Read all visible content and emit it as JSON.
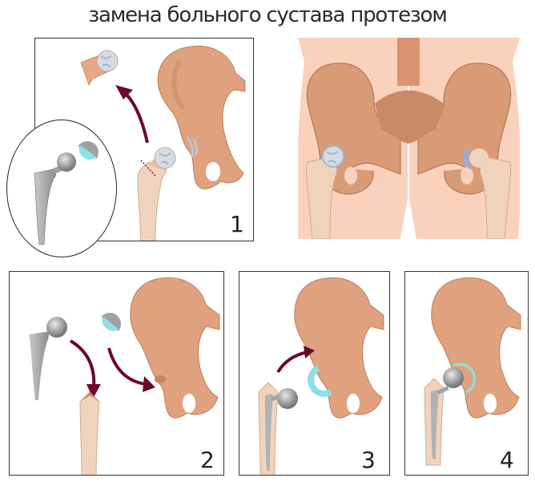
{
  "title": "замена больного сустава протезом",
  "steps": [
    {
      "number": "1",
      "description": "removal of damaged femoral head"
    },
    {
      "number": "2",
      "description": "implant stem and acetabular cup inserted"
    },
    {
      "number": "3",
      "description": "prosthetic ball joined to cup"
    },
    {
      "number": "4",
      "description": "completed hip prosthesis"
    }
  ],
  "inset": {
    "label": "hip-prosthesis-components"
  },
  "anatomy": {
    "label": "pelvis-front-view",
    "left": "diseased-joint",
    "right": "healthy-joint"
  },
  "colors": {
    "bone": "#e0a27e",
    "bone_dark": "#c9845f",
    "femur": "#f0d3bd",
    "skin": "#fad1bd",
    "metal": "#9ea0a2",
    "cup_liner": "#8fe0e4",
    "arrow": "#6b0a22",
    "cartilage": "#9fb8d8",
    "border": "#333333"
  }
}
